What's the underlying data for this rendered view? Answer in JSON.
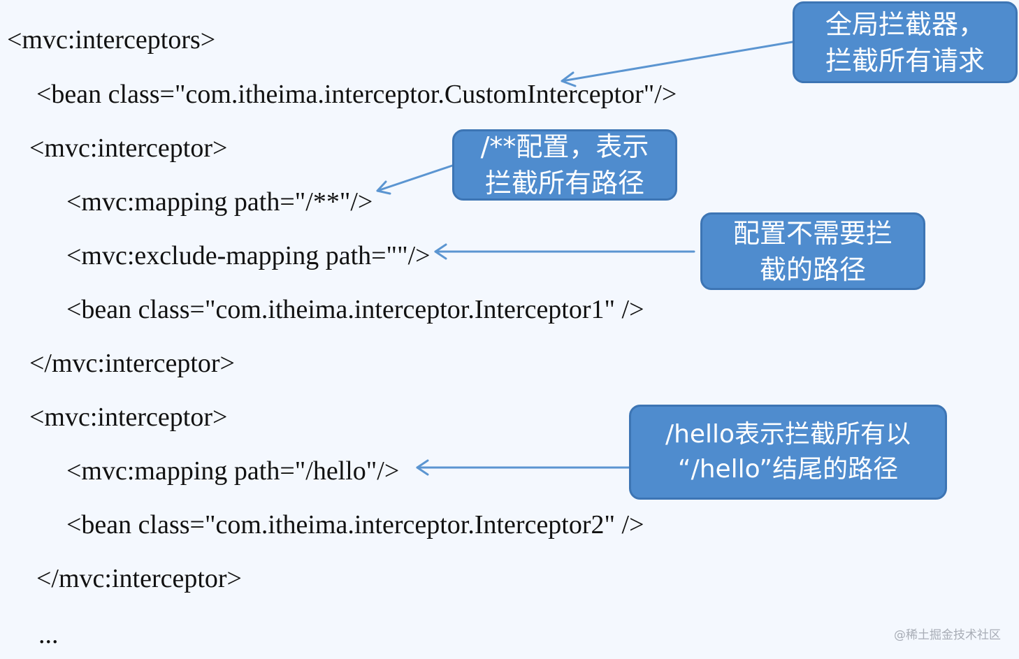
{
  "code_lines": [
    "<mvc:interceptors>",
    "<bean class=\"com.itheima.interceptor.CustomInterceptor\"/>",
    "<mvc:interceptor>",
    "<mvc:mapping path=\"/**\"/>",
    "<mvc:exclude-mapping path=\"\"/>",
    "<bean class=\"com.itheima.interceptor.Interceptor1\" />",
    "</mvc:interceptor>",
    "<mvc:interceptor>",
    "<mvc:mapping path=\"/hello\"/>",
    "<bean class=\"com.itheima.interceptor.Interceptor2\" />",
    "</mvc:interceptor>",
    "..."
  ],
  "callouts": {
    "global": {
      "line1": "全局拦截器，",
      "line2": "拦截所有请求"
    },
    "all_paths": {
      "line1": "/**配置，表示",
      "line2": "拦截所有路径"
    },
    "exclude": {
      "line1": "配置不需要拦",
      "line2": "截的路径"
    },
    "hello": {
      "line1": "/hello表示拦截所有以",
      "line2": "“/hello”结尾的路径"
    }
  },
  "watermark": "@稀土掘金技术社区",
  "colors": {
    "background": "#f4f8fe",
    "callout_fill": "#4f8cce",
    "callout_border": "#3d75b4",
    "arrow": "#5b95d1",
    "code_text": "#111111"
  }
}
